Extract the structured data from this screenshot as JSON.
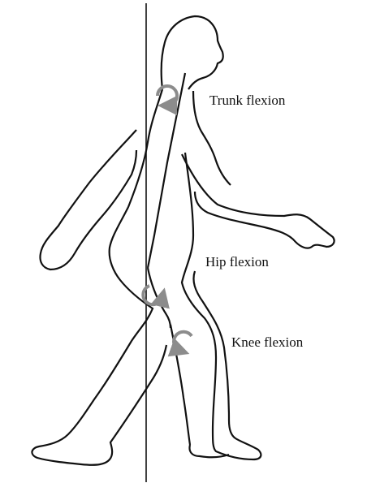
{
  "labels": {
    "trunk": "Trunk flexion",
    "hip": "Hip flexion",
    "knee": "Knee flexion"
  },
  "icons": {
    "joint_rotation_arrow": "rotation-arrow-icon"
  },
  "colors": {
    "outline": "#111111",
    "rotation_arrow": "#8c8c8c",
    "background": "#ffffff"
  }
}
